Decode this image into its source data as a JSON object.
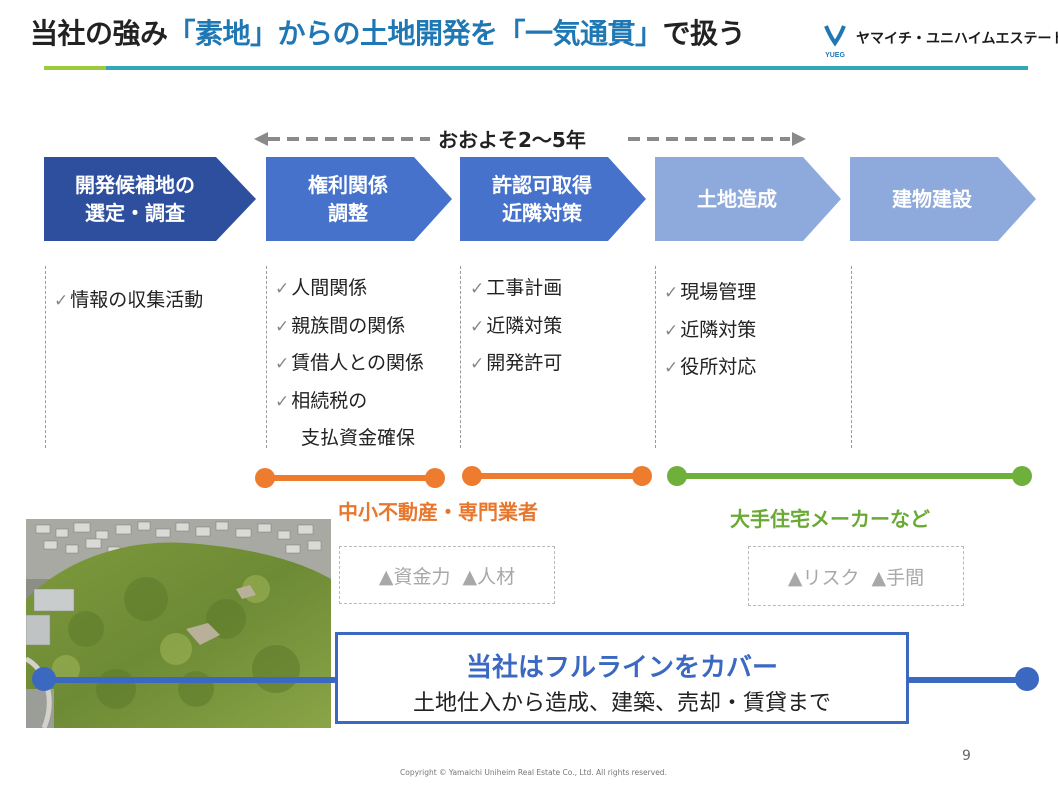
{
  "title": {
    "part1": "当社の強み",
    "part2": "「素地」からの土地開発を「一気通貫」",
    "part3": "で扱う"
  },
  "logo": {
    "mark_text": "YUEG",
    "company": "ヤマイチ・ユニハイムエステート"
  },
  "timeline": {
    "label": "おおよそ2〜5年"
  },
  "steps": [
    {
      "label": "開発候補地の\n選定・調査",
      "color": "#2e4f9e"
    },
    {
      "label": "権利関係\n調整",
      "color": "#4672cc"
    },
    {
      "label": "許認可取得\n近隣対策",
      "color": "#4672cc"
    },
    {
      "label": "土地造成",
      "color": "#8ea9db"
    },
    {
      "label": "建物建設",
      "color": "#8ea9db"
    }
  ],
  "checklists": {
    "col1": [
      "情報の収集活動"
    ],
    "col2": [
      "人間関係",
      "親族間の関係",
      "賃借人との関係",
      "相続税の"
    ],
    "col2_cont": "支払資金確保",
    "col3": [
      "工事計画",
      "近隣対策",
      "開発許可"
    ],
    "col4": [
      "現場管理",
      "近隣対策",
      "役所対応"
    ],
    "check_mark": "✓"
  },
  "ranges": {
    "orange_label": "中小不動産・専門業者",
    "green_label": "大手住宅メーカーなど",
    "orange_color": "#ee7c2e",
    "green_color": "#6fb03d"
  },
  "weaknesses": {
    "left": "▲資金力  ▲人材",
    "right": "▲リスク  ▲手間"
  },
  "cover": {
    "title": "当社はフルラインをカバー",
    "subtitle": "土地仕入から造成、建築、売却・賃貸まで",
    "color": "#3b68c1"
  },
  "footer": {
    "page_number": "9",
    "copyright": "Copyright © Yamaichi Uniheim Real Estate Co., Ltd. All rights reserved."
  }
}
